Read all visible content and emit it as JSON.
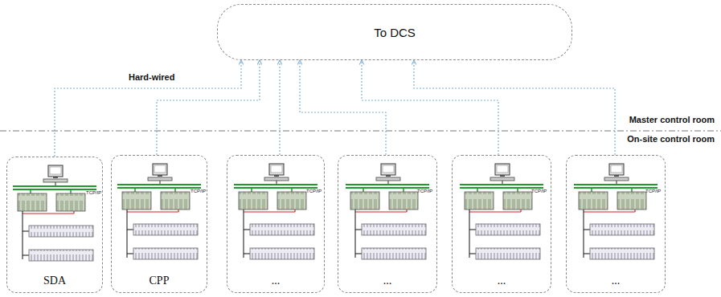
{
  "diagram": {
    "nodes": [
      {
        "text": [
          "To DCS"
        ]
      },
      {
        "text": [
          "SDA"
        ]
      },
      {
        "text": [
          "CPP"
        ]
      },
      {
        "text": [
          "..."
        ]
      },
      {
        "text": [
          "..."
        ]
      },
      {
        "text": [
          "..."
        ]
      },
      {
        "text": [
          "..."
        ]
      }
    ],
    "edges": [
      {
        "from": 1,
        "to": 0,
        "arrow": "to",
        "label": "Hard-wired"
      },
      {
        "from": 2,
        "to": 0,
        "arrow": "to"
      },
      {
        "from": 3,
        "to": 0,
        "arrow": "to"
      },
      {
        "from": 4,
        "to": 0,
        "arrow": "to"
      },
      {
        "from": 5,
        "to": 0,
        "arrow": "to"
      },
      {
        "from": 6,
        "to": 0,
        "arrow": "to"
      }
    ],
    "labels": [
      "Master control room",
      "On-site control room",
      "TCP/IP",
      "TCP/IP",
      "TCP/IP",
      "TCP/IP",
      "TCP/IP",
      "TCP/IP"
    ]
  }
}
